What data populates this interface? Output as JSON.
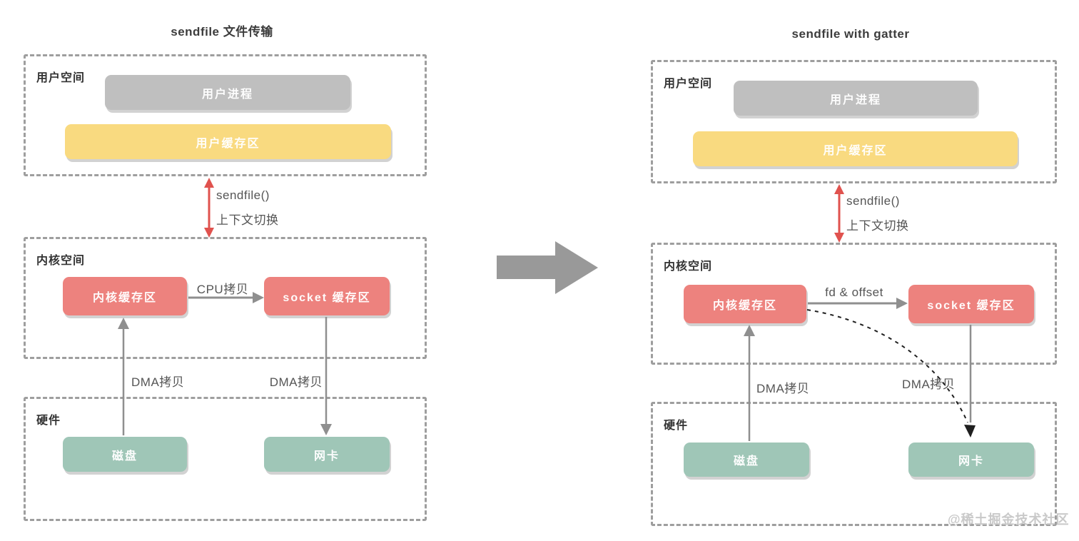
{
  "watermark": "@稀土掘金技术社区",
  "colors": {
    "box_gray": "#bfbfbf",
    "box_yellow": "#f9da80",
    "box_red": "#ed827e",
    "box_green": "#9fc6b7",
    "syscall_arrow_red": "#e0524e",
    "line_gray": "#8f8f8f",
    "dashed_border_gray": "#9e9e9e"
  },
  "left": {
    "title": "sendfile 文件传输",
    "user_space_label": "用户空间",
    "user_process": "用户进程",
    "user_buffer": "用户缓存区",
    "syscall_line1": "sendfile()",
    "syscall_line2": "上下文切换",
    "kernel_space_label": "内核空间",
    "kernel_buffer": "内核缓存区",
    "socket_buffer": "socket 缓存区",
    "copy_label": "CPU拷贝",
    "dma_left": "DMA拷贝",
    "dma_right": "DMA拷贝",
    "hardware_label": "硬件",
    "disk": "磁盘",
    "nic": "网卡"
  },
  "right": {
    "title": "sendfile with gatter",
    "user_space_label": "用户空间",
    "user_process": "用户进程",
    "user_buffer": "用户缓存区",
    "syscall_line1": "sendfile()",
    "syscall_line2": "上下文切换",
    "kernel_space_label": "内核空间",
    "kernel_buffer": "内核缓存区",
    "socket_buffer": "socket 缓存区",
    "copy_label": "fd & offset",
    "dma_left": "DMA拷贝",
    "dma_right": "DMA拷贝",
    "hardware_label": "硬件",
    "disk": "磁盘",
    "nic": "网卡"
  }
}
